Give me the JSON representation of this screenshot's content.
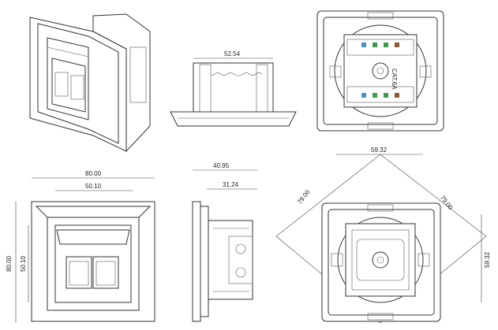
{
  "title": "Socket outlet technical drawing",
  "dimensions": {
    "side_top_width": "52.54",
    "front_width": "80.00",
    "front_inner_width": "50.10",
    "front_height": "80.00",
    "front_inner_height": "50.10",
    "side_depth": "40.95",
    "side_inner_depth": "31.24",
    "rear_width": "59.32",
    "rear_diag_left": "79.00",
    "rear_diag_right": "79.00",
    "rear_height": "59.32"
  },
  "module_label": "CAT.6A"
}
